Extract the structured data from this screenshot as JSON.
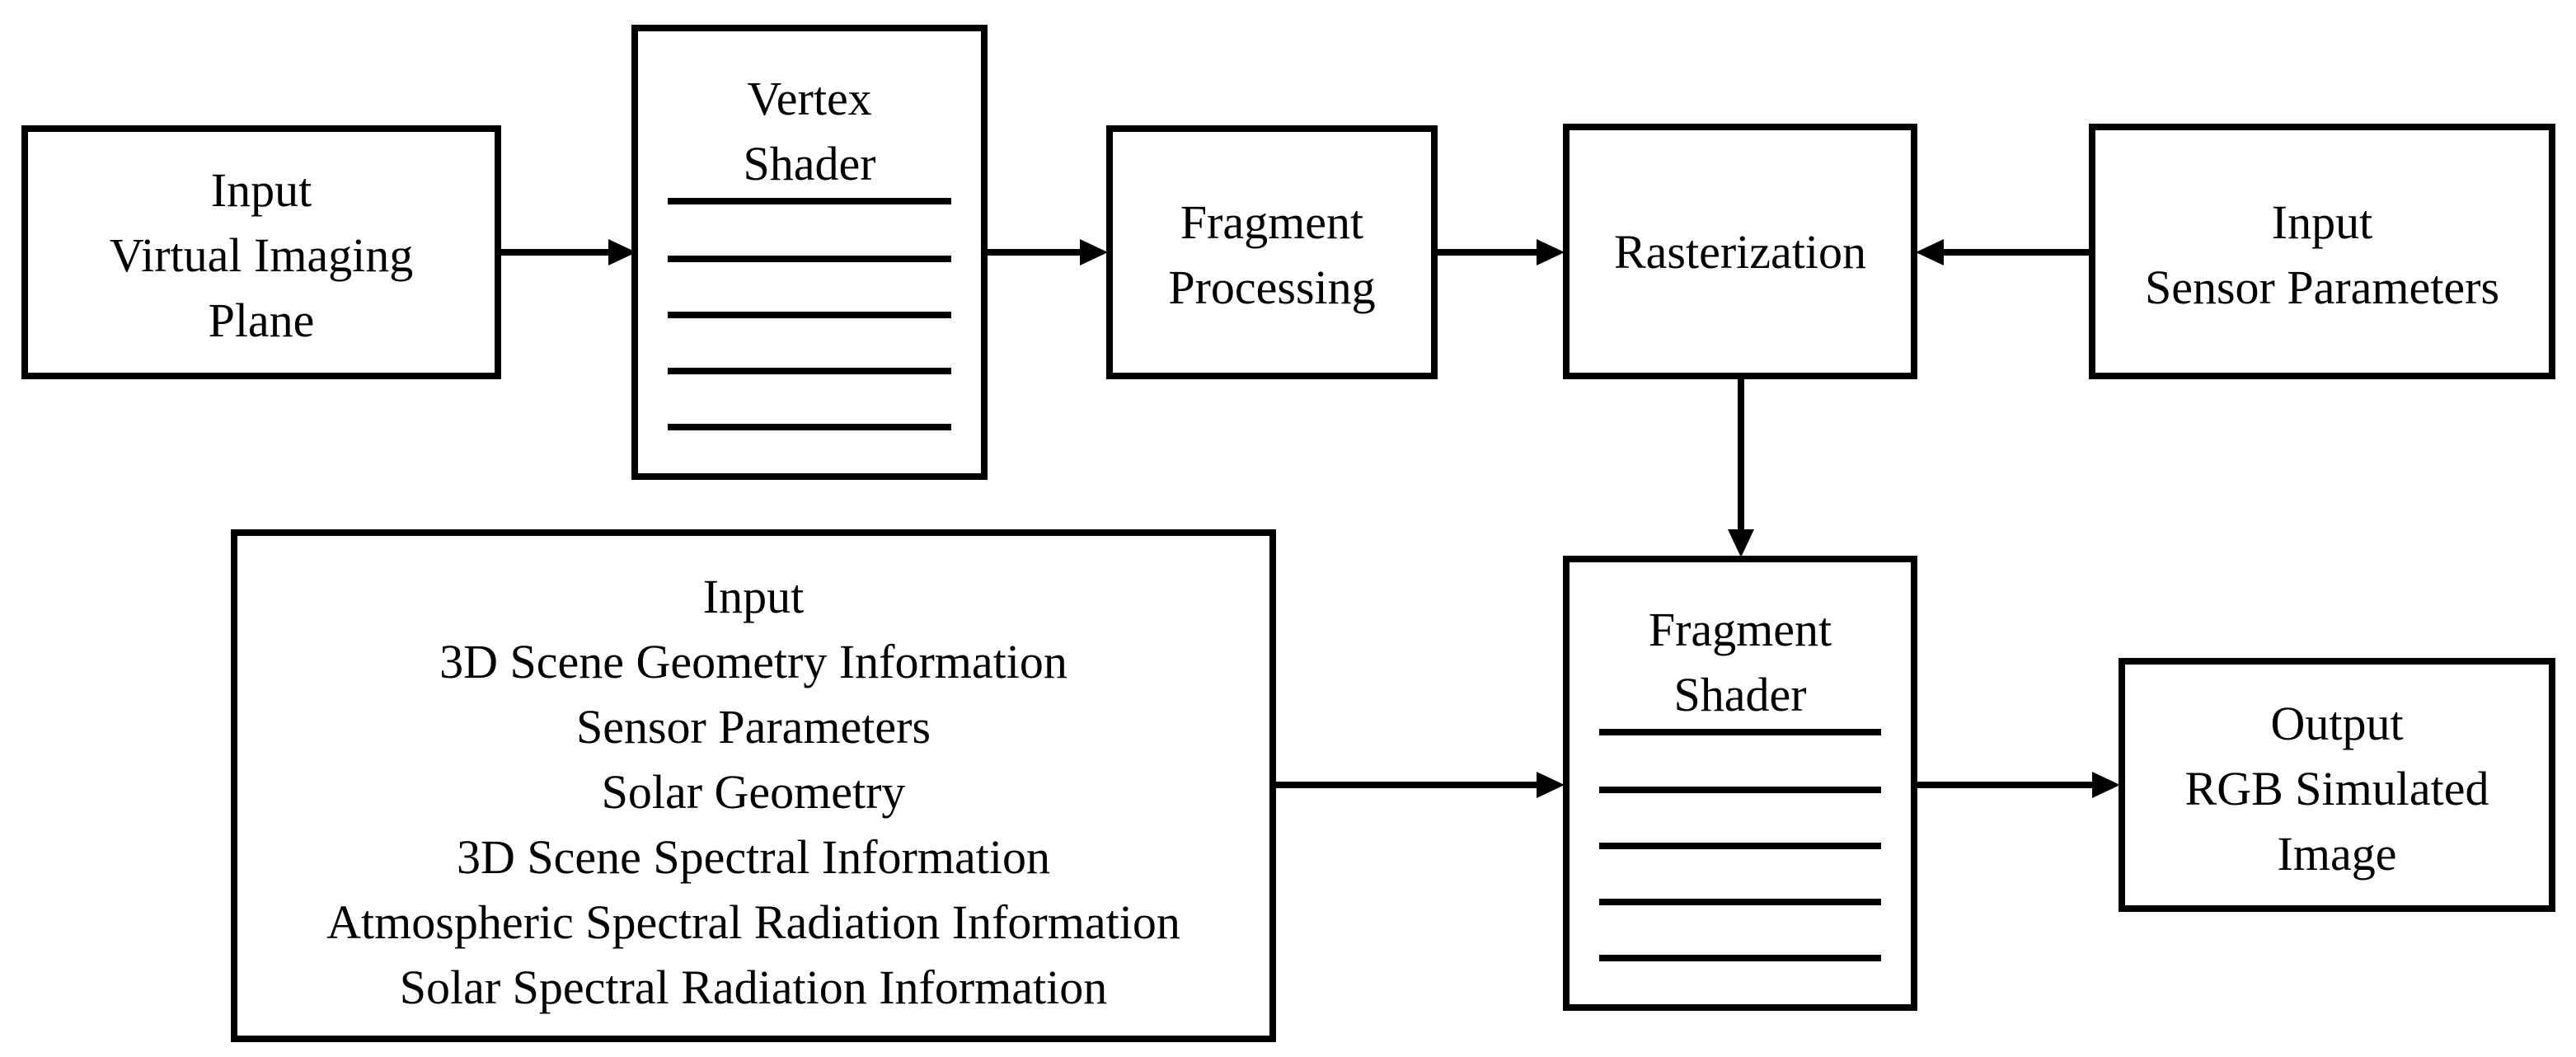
{
  "nodes": {
    "imaging_plane": {
      "lines": [
        "Input",
        "Virtual Imaging",
        "Plane"
      ]
    },
    "vertex_shader": {
      "lines": [
        "Vertex",
        "Shader"
      ]
    },
    "fragment_processing": {
      "lines": [
        "Fragment",
        "Processing"
      ]
    },
    "rasterization": {
      "lines": [
        "Rasterization"
      ]
    },
    "sensor_parameters": {
      "lines": [
        "Input",
        "Sensor Parameters"
      ]
    },
    "scene_inputs": {
      "lines": [
        "Input",
        "3D Scene Geometry Information",
        "Sensor Parameters",
        "Solar Geometry",
        "3D Scene Spectral Information",
        "Atmospheric Spectral Radiation Information",
        "Solar Spectral Radiation Information"
      ]
    },
    "fragment_shader": {
      "lines": [
        "Fragment",
        "Shader"
      ]
    },
    "output": {
      "lines": [
        "Output",
        "RGB Simulated",
        "Image"
      ]
    }
  },
  "edges": [
    {
      "from": "imaging_plane",
      "to": "vertex_shader"
    },
    {
      "from": "vertex_shader",
      "to": "fragment_processing"
    },
    {
      "from": "fragment_processing",
      "to": "rasterization"
    },
    {
      "from": "sensor_parameters",
      "to": "rasterization"
    },
    {
      "from": "rasterization",
      "to": "fragment_shader"
    },
    {
      "from": "scene_inputs",
      "to": "fragment_shader"
    },
    {
      "from": "fragment_shader",
      "to": "output"
    }
  ]
}
